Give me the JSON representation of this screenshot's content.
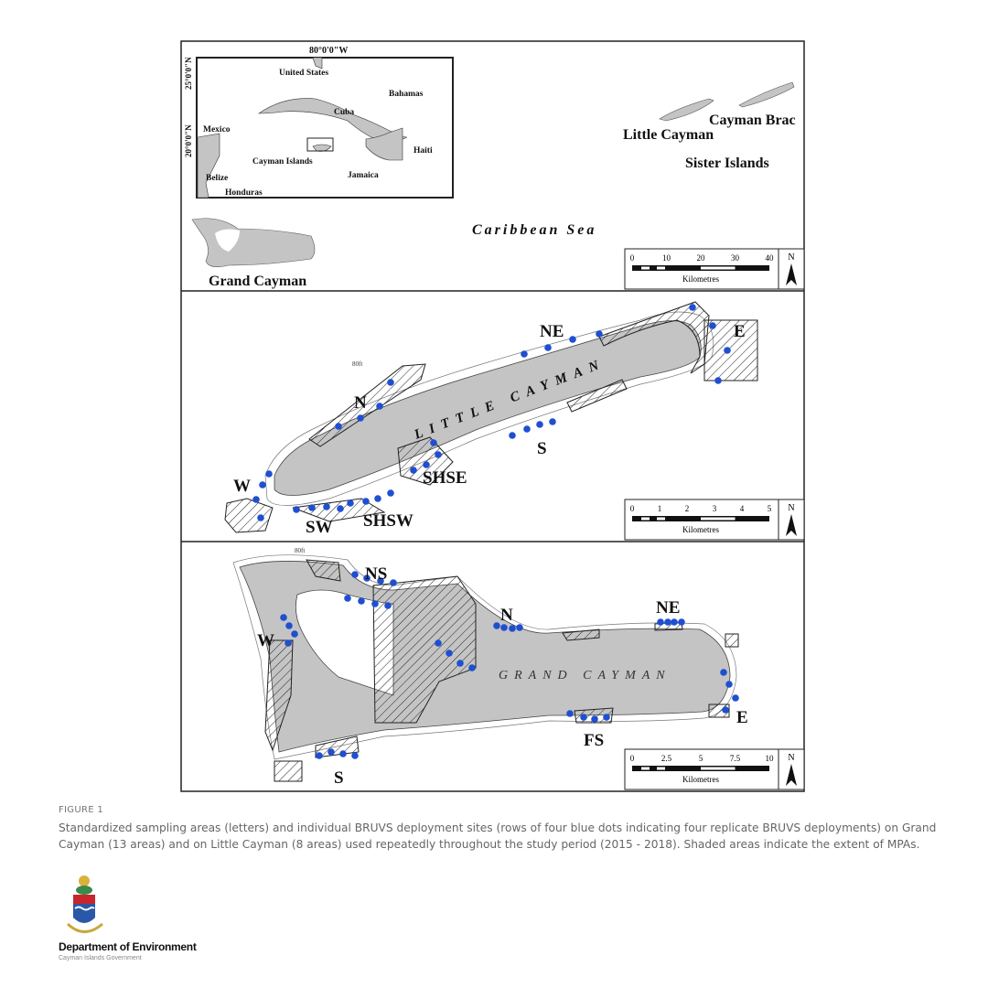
{
  "figure": {
    "panel1": {
      "inset": {
        "lon_label": "80°0'0\"W",
        "lat_labels": [
          "25°0'0\"N",
          "20°0'0\"N"
        ],
        "places": [
          "United States",
          "Bahamas",
          "Cuba",
          "Mexico",
          "Haiti",
          "Cayman Islands",
          "Jamaica",
          "Belize",
          "Honduras"
        ]
      },
      "islands": {
        "little_cayman": "Little Cayman",
        "cayman_brac": "Cayman Brac",
        "sister_islands": "Sister Islands",
        "grand_cayman": "Grand Cayman"
      },
      "sea": "Caribbean Sea",
      "scale": {
        "ticks": [
          "0",
          "10",
          "20",
          "30",
          "40"
        ],
        "unit": "Kilometres"
      },
      "north": "N"
    },
    "panel2": {
      "island": "LITTLE CAYMAN",
      "areas": [
        "NE",
        "E",
        "N",
        "S",
        "SHSE",
        "W",
        "SW",
        "SHSW"
      ],
      "depth": "80ft",
      "scale": {
        "ticks": [
          "0",
          "1",
          "2",
          "3",
          "4",
          "5"
        ],
        "unit": "Kilometres"
      },
      "north": "N"
    },
    "panel3": {
      "island": "GRAND CAYMAN",
      "areas": [
        "NS",
        "N",
        "NE",
        "W",
        "E",
        "FS",
        "S"
      ],
      "depth": "80ft",
      "scale": {
        "ticks": [
          "0",
          "2.5",
          "5",
          "7.5",
          "10"
        ],
        "unit": "Kilometres"
      },
      "north": "N"
    },
    "colors": {
      "land": "#c4c4c4",
      "site_dot": "#1f4fd1",
      "frame": "#222222"
    }
  },
  "caption": {
    "label": "FIGURE 1",
    "text": "Standardized sampling areas (letters) and individual BRUVS deployment sites (rows of four blue dots indicating four replicate BRUVS deployments) on Grand Cayman (13 areas) and on Little Cayman (8 areas) used repeatedly throughout the study period (2015 - 2018). Shaded areas indicate the extent of MPAs."
  },
  "logo": {
    "org": "Department of Environment",
    "sub": "Cayman Islands Government"
  }
}
